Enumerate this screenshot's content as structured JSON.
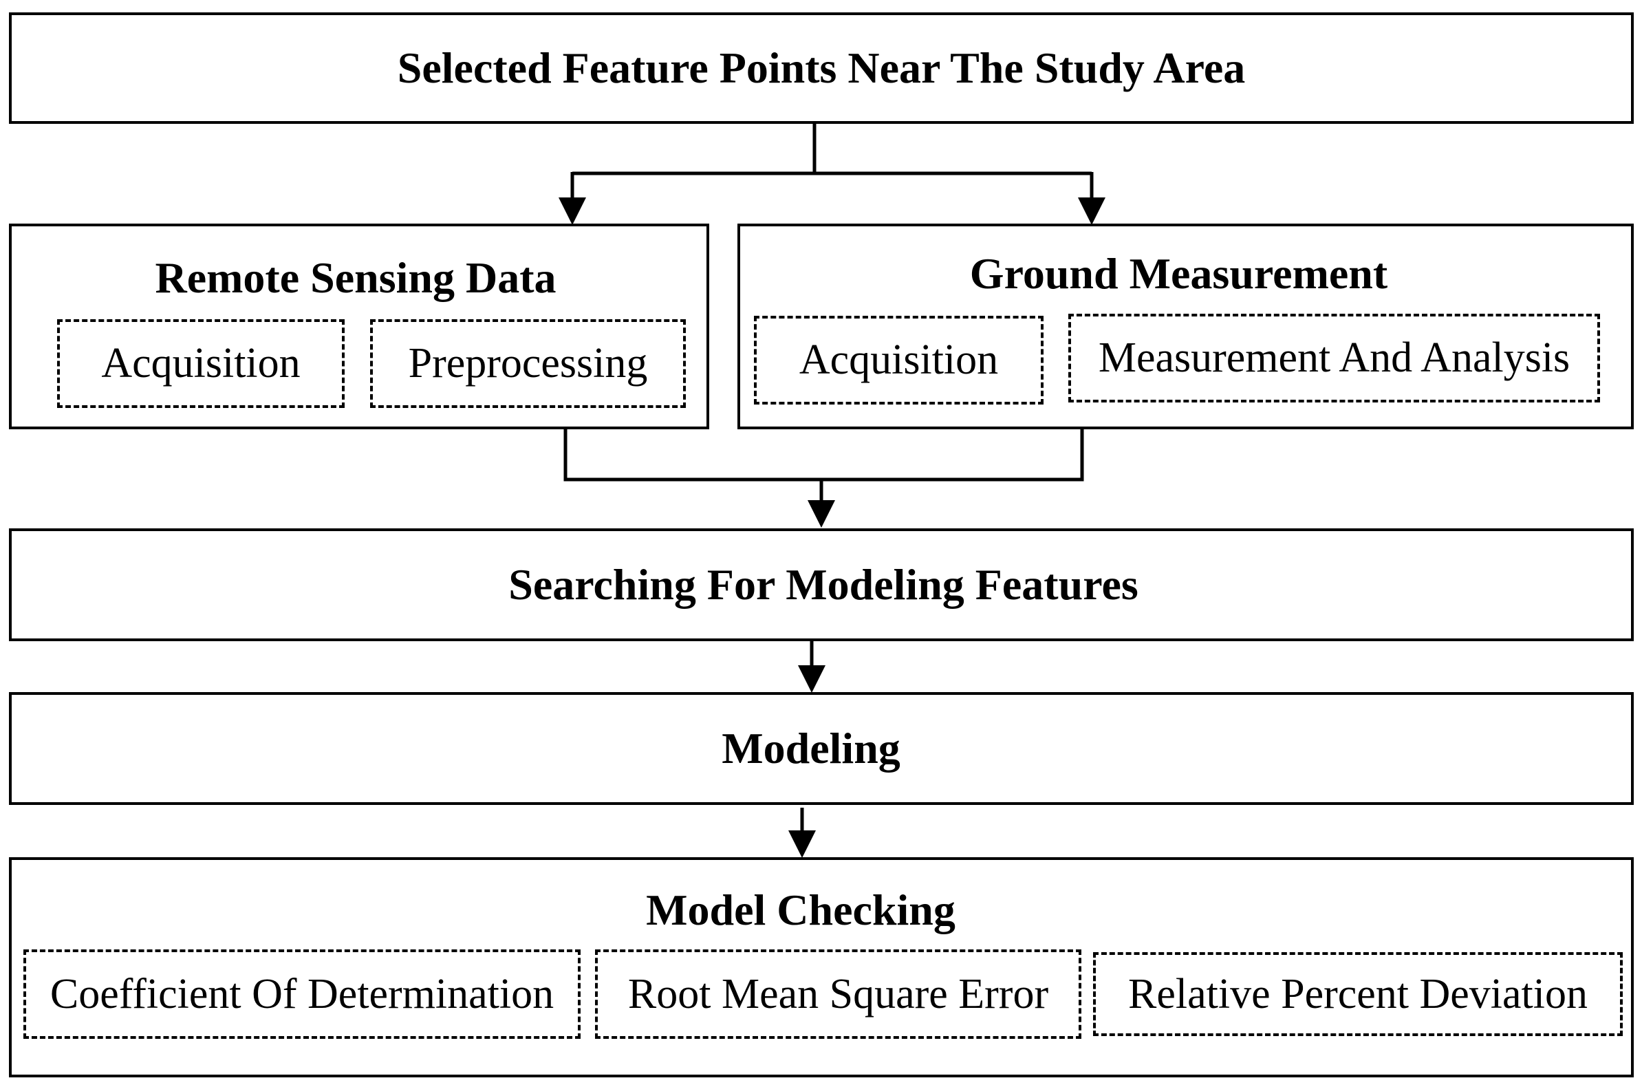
{
  "boxes": {
    "selected": {
      "title": "Selected Feature Points Near The Study Area"
    },
    "remote": {
      "title": "Remote Sensing Data",
      "items": [
        "Acquisition",
        "Preprocessing"
      ]
    },
    "ground": {
      "title": "Ground Measurement",
      "items": [
        "Acquisition",
        "Measurement And Analysis"
      ]
    },
    "searching": {
      "title": "Searching For Modeling Features"
    },
    "modeling": {
      "title": "Modeling"
    },
    "checking": {
      "title": "Model Checking",
      "items": [
        "Coefficient Of Determination",
        "Root Mean Square Error",
        "Relative Percent Deviation"
      ]
    }
  }
}
